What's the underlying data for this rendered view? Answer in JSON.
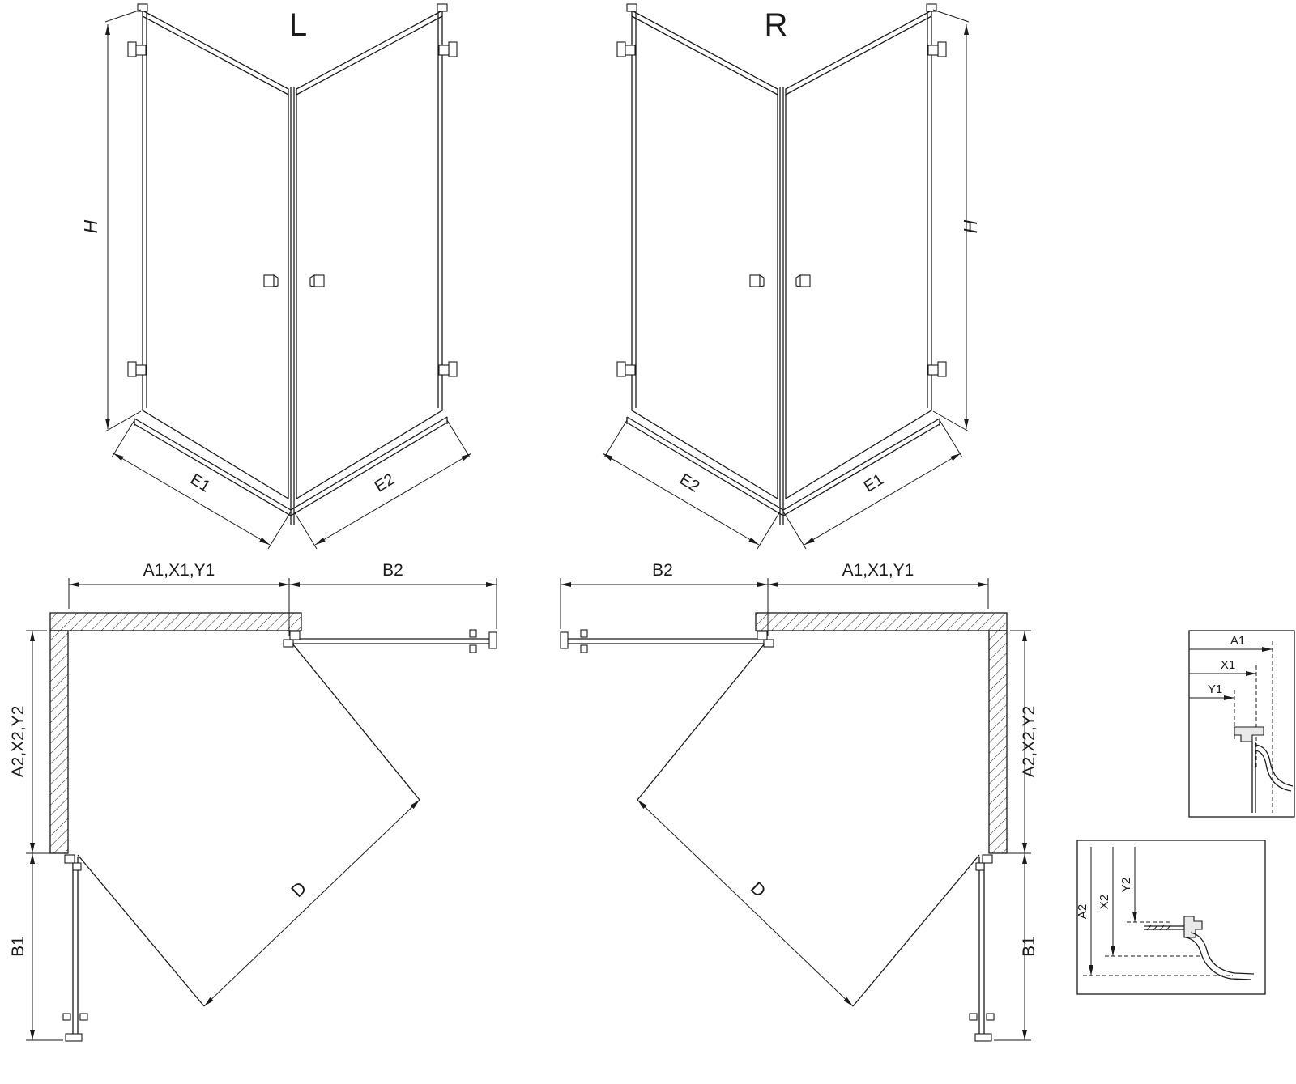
{
  "diagram": {
    "views": {
      "l3d": {
        "title": "L",
        "height": "H",
        "bottom_left": "E1",
        "bottom_right": "E2"
      },
      "r3d": {
        "title": "R",
        "height": "H",
        "bottom_left": "E2",
        "bottom_right": "E1"
      },
      "lplan": {
        "top_left": "A1,X1,Y1",
        "top_right": "B2",
        "left_upper": "A2,X2,Y2",
        "left_lower": "B1",
        "diagonal": "D"
      },
      "rplan": {
        "top_left": "B2",
        "top_right": "A1,X1,Y1",
        "right_upper": "A2,X2,Y2",
        "right_lower": "B1",
        "diagonal": "D"
      },
      "detail_h": {
        "dims": [
          "A1",
          "X1",
          "Y1"
        ]
      },
      "detail_v": {
        "dims": [
          "A2",
          "X2",
          "Y2"
        ]
      }
    },
    "line_color": "#1a1a1a"
  }
}
